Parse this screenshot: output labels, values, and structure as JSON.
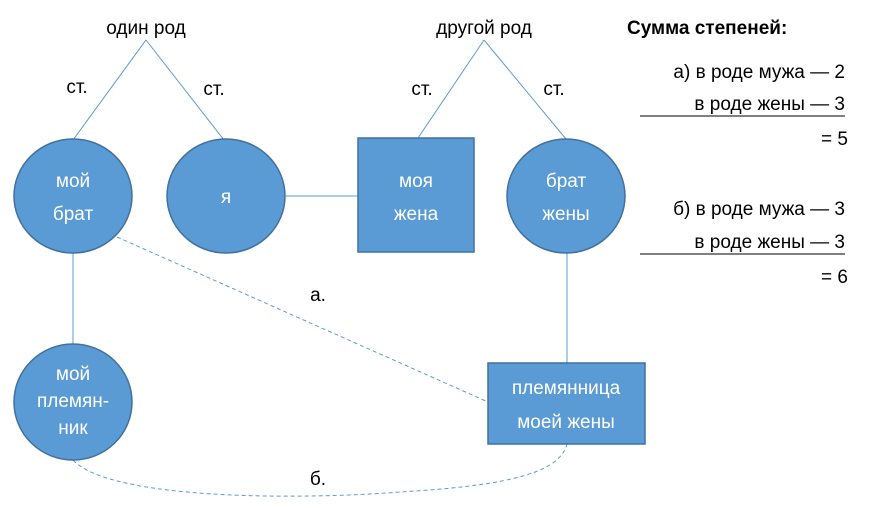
{
  "groups": {
    "left": "один род",
    "right": "другой род"
  },
  "degree_label": "ст.",
  "nodes": {
    "my_brother": [
      "мой",
      "брат"
    ],
    "me": [
      "я"
    ],
    "my_wife": [
      "моя",
      "жена"
    ],
    "wife_brother": [
      "брат",
      "жены"
    ],
    "my_nephew": [
      "мой",
      "племян-",
      "ник"
    ],
    "wife_niece": [
      "племянница",
      "моей жены"
    ]
  },
  "paths": {
    "a": "а.",
    "b": "б."
  },
  "summary": {
    "title": "Сумма степеней:",
    "a": {
      "line1": "а) в роде мужа — 2",
      "line2": "в роде жены — 3",
      "total": "= 5"
    },
    "b": {
      "line1": "б) в роде мужа — 3",
      "line2": "в роде жены — 3",
      "total": "= 6"
    }
  },
  "colors": {
    "fill": "#5b9bd5",
    "stroke": "#41719c"
  }
}
